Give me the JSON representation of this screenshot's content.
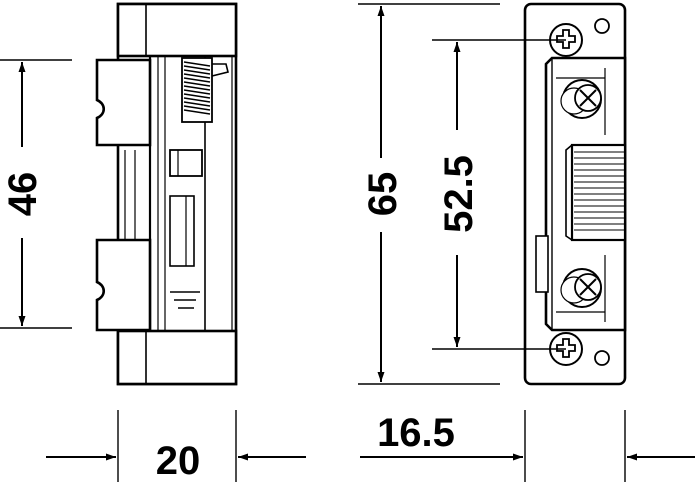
{
  "dimensions": {
    "side_height": "46",
    "side_width": "20",
    "total_height": "65",
    "screw_spacing": "52.5",
    "front_width": "16.5"
  }
}
